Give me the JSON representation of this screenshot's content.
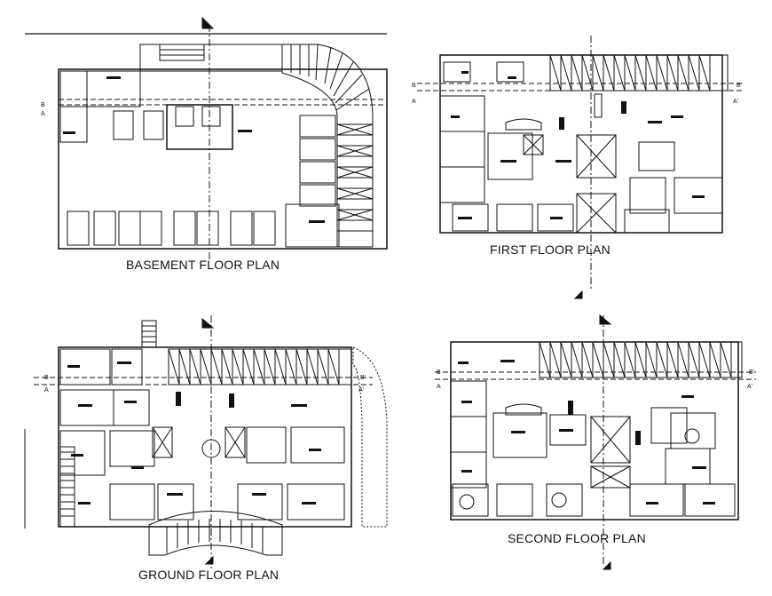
{
  "plans": {
    "basement": {
      "title": "BASEMENT FLOOR PLAN"
    },
    "first": {
      "title": "FIRST FLOOR PLAN"
    },
    "ground": {
      "title": "GROUND FLOOR PLAN"
    },
    "second": {
      "title": "SECOND FLOOR PLAN"
    }
  },
  "section_marks": {
    "a": "A",
    "b": "B",
    "a_prime": "A'",
    "b_prime": "B'"
  },
  "colors": {
    "line": "#111111",
    "paper": "#ffffff"
  }
}
